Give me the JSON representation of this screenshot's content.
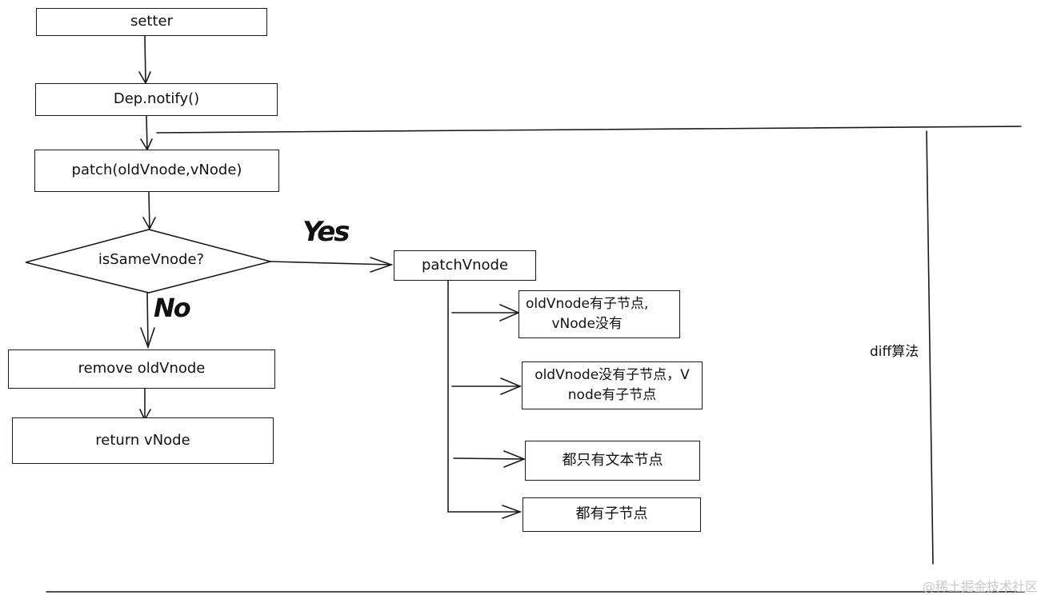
{
  "nodes": {
    "setter": "setter",
    "dep_notify": "Dep.notify()",
    "patch": "patch(oldVnode,vNode)",
    "is_same_vnode": "isSameVnode?",
    "remove_old": "remove oldVnode",
    "return_vnode": "return vNode",
    "patch_vnode": "patchVnode",
    "case1_line1": "oldVnode有子节点,",
    "case1_line2": "vNode没有",
    "case2_line1": "oldVnode没有子节点，V",
    "case2_line2": "node有子节点",
    "case3": "都只有文本节点",
    "case4": "都有子节点"
  },
  "labels": {
    "yes": "Yes",
    "no": "No",
    "diff": "diff算法"
  },
  "watermark": "@稀土掘金技术社区"
}
